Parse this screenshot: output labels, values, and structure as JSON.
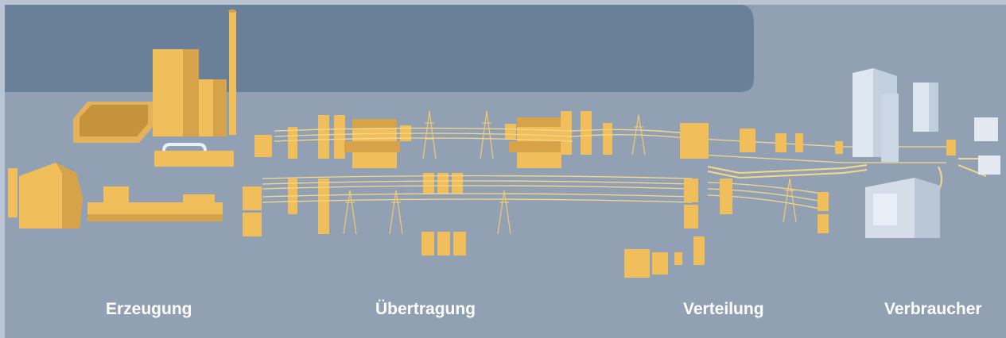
{
  "stages": [
    {
      "key": "generation",
      "label": "Erzeugung"
    },
    {
      "key": "transmission",
      "label": "Übertragung"
    },
    {
      "key": "distribution",
      "label": "Verteilung"
    },
    {
      "key": "consumers",
      "label": "Verbraucher"
    }
  ],
  "colors": {
    "background": "#8e9fb1",
    "water": "#6a8099",
    "ground_light": "#a9b8c7",
    "equipment": "#f0be5a",
    "equipment_shadow": "#c99436",
    "buildings": "#d6e0ec",
    "label": "#ffffff"
  }
}
